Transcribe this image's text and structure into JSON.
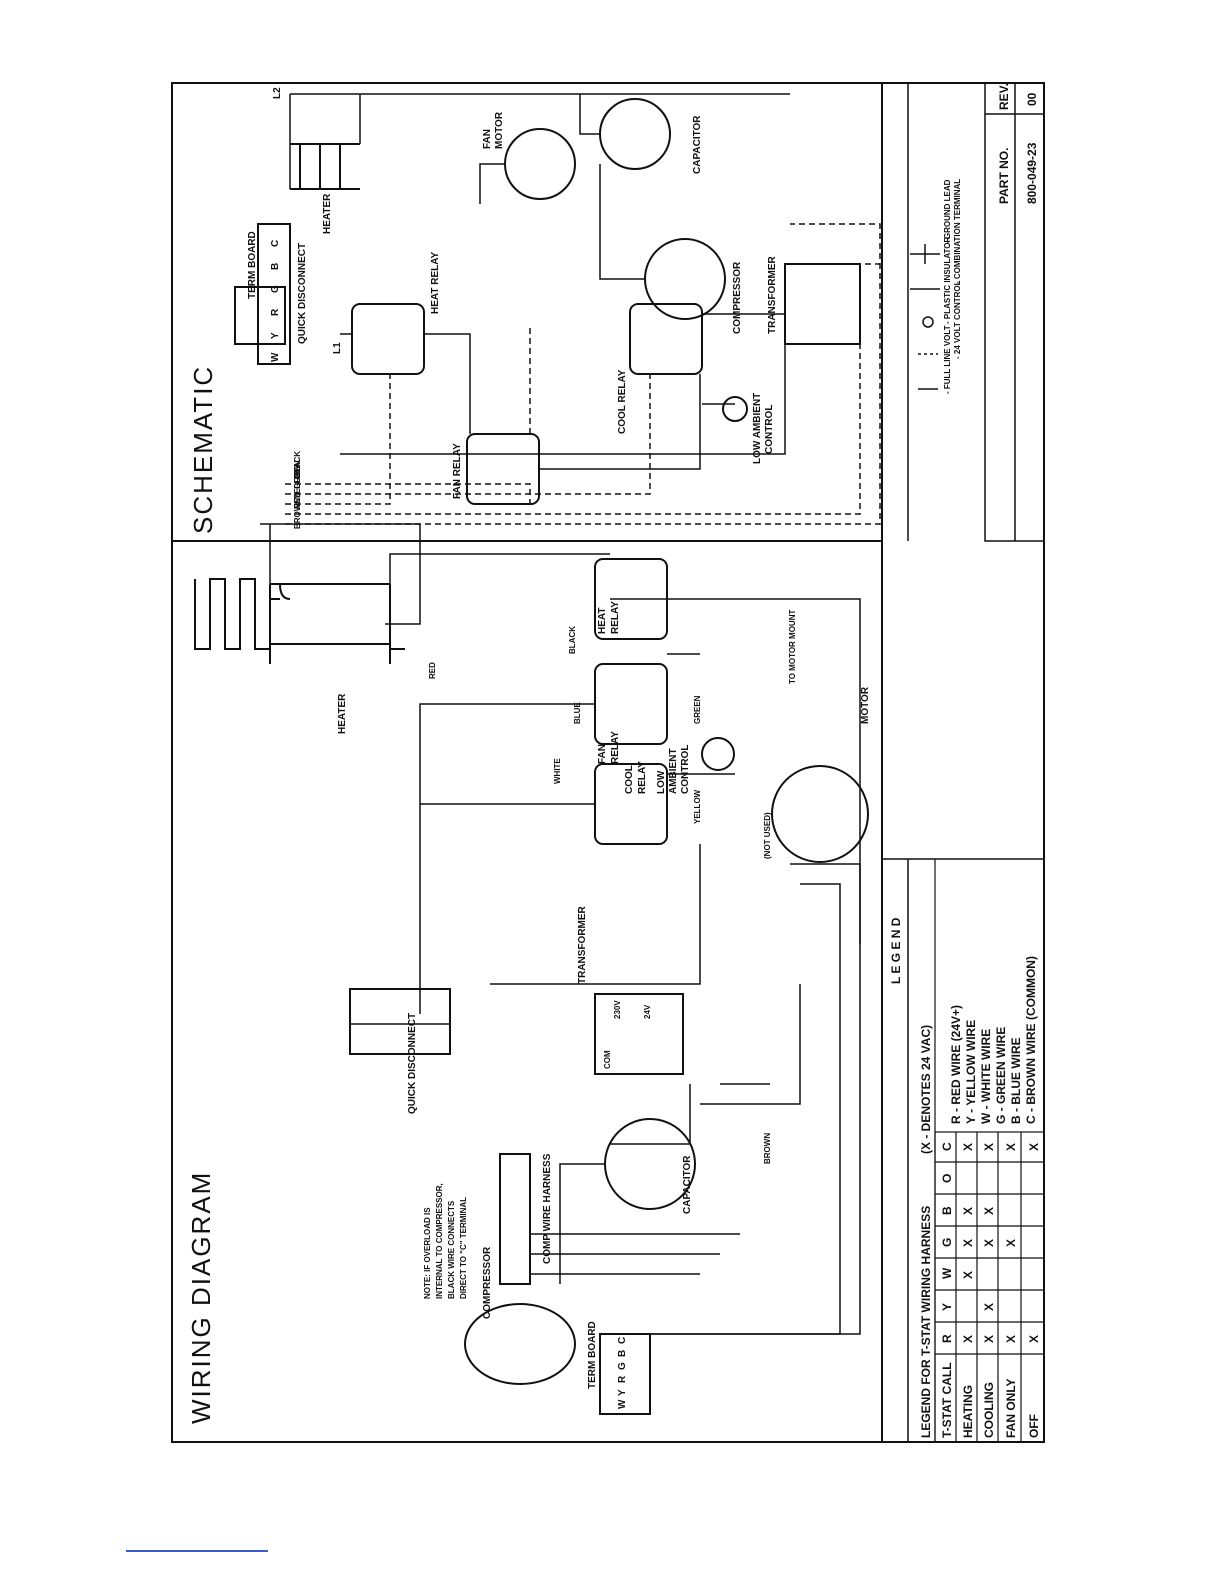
{
  "wiring": {
    "title": "WIRING DIAGRAM",
    "note": [
      "NOTE: IF OVERLOAD IS",
      "INTERNAL TO COMPRESSOR,",
      "BLACK WIRE CONNECTS",
      "DIRECT TO \"C\" TERMINAL"
    ],
    "compressor": "COMPRESSOR",
    "comp_harness": "COMP WIRE HARNESS",
    "capacitor": "CAPACITOR",
    "term_board": "TERM BOARD",
    "term_letters": [
      "W",
      "Y",
      "R",
      "G",
      "B",
      "C"
    ],
    "quick_disconnect": "QUICK DISCONNECT",
    "transformer": "TRANSFORMER",
    "heater": "HEATER",
    "heat_relay": [
      "HEAT",
      "RELAY"
    ],
    "fan_relay": [
      "FAN",
      "RELAY"
    ],
    "cool_relay": [
      "COOL",
      "RELAY"
    ],
    "low_ambient": [
      "LOW",
      "AMBIENT",
      "CONTROL"
    ],
    "motor": "MOTOR",
    "not_used": "(NOT USED)",
    "to_motor_mount": "TO MOTOR MOUNT",
    "wire_colors": [
      "RED",
      "BLACK",
      "WHITE",
      "BLUE",
      "GREEN",
      "YELLOW",
      "BROWN"
    ],
    "volts_230": "230V",
    "volts_24": "24V",
    "com": "COM"
  },
  "schematic": {
    "title": "SCHEMATIC",
    "term_board": "TERM BOARD",
    "term_letters": [
      "W",
      "Y",
      "R",
      "G",
      "B",
      "C"
    ],
    "quick_disconnect": "QUICK DISCONNECT",
    "heater": "HEATER",
    "heat_relay": "HEAT RELAY",
    "fan_relay": "FAN RELAY",
    "cool_relay": "COOL RELAY",
    "fan_motor": [
      "FAN",
      "MOTOR"
    ],
    "capacitor": "CAPACITOR",
    "compressor": "COMPRESSOR",
    "transformer": "TRANSFORMER",
    "low_ambient": [
      "LOW AMBIENT",
      "CONTROL"
    ],
    "l1": "L1",
    "l2": "L2",
    "wires": [
      "BLACK",
      "GREEN",
      "YELLOW",
      "RED",
      "BROWN"
    ]
  },
  "legend": {
    "heading": "L E G E N D",
    "harness_title": "LEGEND FOR T-STAT WIRING HARNESS",
    "harness_note": "(X - DENOTES 24 VAC)",
    "columns": [
      "T-STAT CALL",
      "R",
      "Y",
      "W",
      "G",
      "B",
      "O",
      "C"
    ],
    "rows": [
      {
        "call": "HEATING",
        "marks": [
          "X",
          "",
          "X",
          "X",
          "X",
          "",
          "X"
        ]
      },
      {
        "call": "COOLING",
        "marks": [
          "X",
          "X",
          "",
          "X",
          "X",
          "",
          "X"
        ]
      },
      {
        "call": "FAN ONLY",
        "marks": [
          "X",
          "",
          "",
          "X",
          "",
          "",
          "X"
        ]
      },
      {
        "call": "OFF",
        "marks": [
          "X",
          "",
          "",
          "",
          "",
          "",
          "X"
        ]
      }
    ],
    "wire_key": [
      "R - RED WIRE (24V+)",
      "Y - YELLOW WIRE",
      "W - WHITE WIRE",
      "G - GREEN WIRE",
      "B - BLUE WIRE",
      "C - BROWN WIRE (COMMON)"
    ],
    "symbols": [
      "- GROUND LEAD",
      "- COMBINATION TERMINAL",
      "- PLASTIC INSULATOR",
      "- 24 VOLT CONTROL",
      "- FULL LINE VOLT"
    ],
    "part_no_label": "PART NO.",
    "part_no": "800-049-23",
    "rev_label": "REV.",
    "rev": "00"
  }
}
